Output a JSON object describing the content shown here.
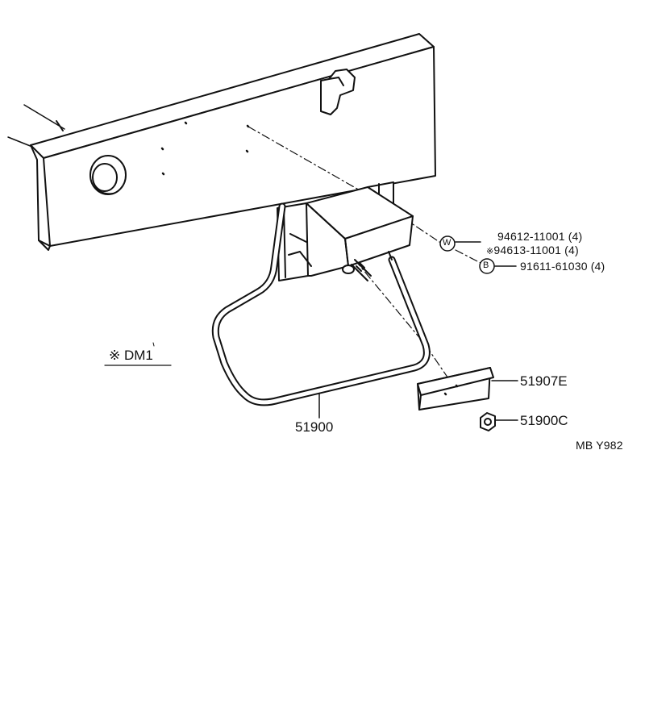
{
  "labels": {
    "washer_part": "94612-11001",
    "washer_qty": "(4)",
    "washer_alt_part": "94613-11001",
    "washer_alt_qty": "(4)",
    "alt_mark": "※",
    "bolt_part": "91611-61030",
    "bolt_qty": "(4)",
    "bracket_part": "51907E",
    "nut_part": "51900C",
    "carrier_part": "51900",
    "variant_note": "※ DM1",
    "diagram_code": "MB Y982"
  },
  "symbols": {
    "washer_symbol": "W",
    "bolt_symbol": "B"
  },
  "colors": {
    "line": "#111111",
    "background": "#ffffff"
  }
}
